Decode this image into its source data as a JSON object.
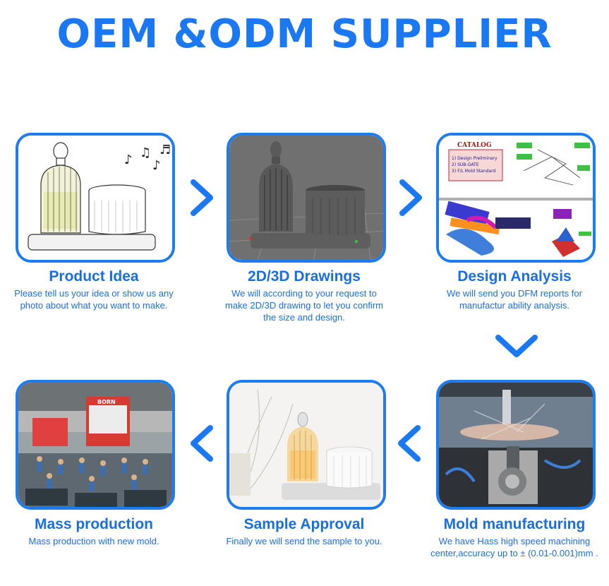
{
  "page": {
    "title": "OEM &ODM SUPPLIER",
    "accent": "#1a78f2"
  },
  "steps": [
    {
      "title": "Product Idea",
      "desc": "Please tell us your idea or show us any photo about what you want to make."
    },
    {
      "title": "2D/3D Drawings",
      "desc": "We will according to your request to make 2D/3D drawing to let you confirm the size and design."
    },
    {
      "title": "Design Analysis",
      "desc": "We will send you DFM reports for manufactur ability analysis."
    },
    {
      "title": "Mold manufacturing",
      "desc": "We have Hass high speed machining center,accuracy up to ± (0.01-0.001)mm ."
    },
    {
      "title": "Sample Approval",
      "desc": "Finally we will send the sample to you."
    },
    {
      "title": "Mass production",
      "desc": "Mass production with new mold."
    }
  ],
  "catalog": {
    "label": "CATALOG",
    "items": [
      "1) Design Preliminary",
      "2) SUB-GATE",
      "3) F/L Mold Standard"
    ]
  },
  "factory_sign": "BORN",
  "icons": {
    "arrow_right": "chevron-right-icon",
    "arrow_down": "chevron-down-icon",
    "arrow_left": "chevron-left-icon"
  }
}
